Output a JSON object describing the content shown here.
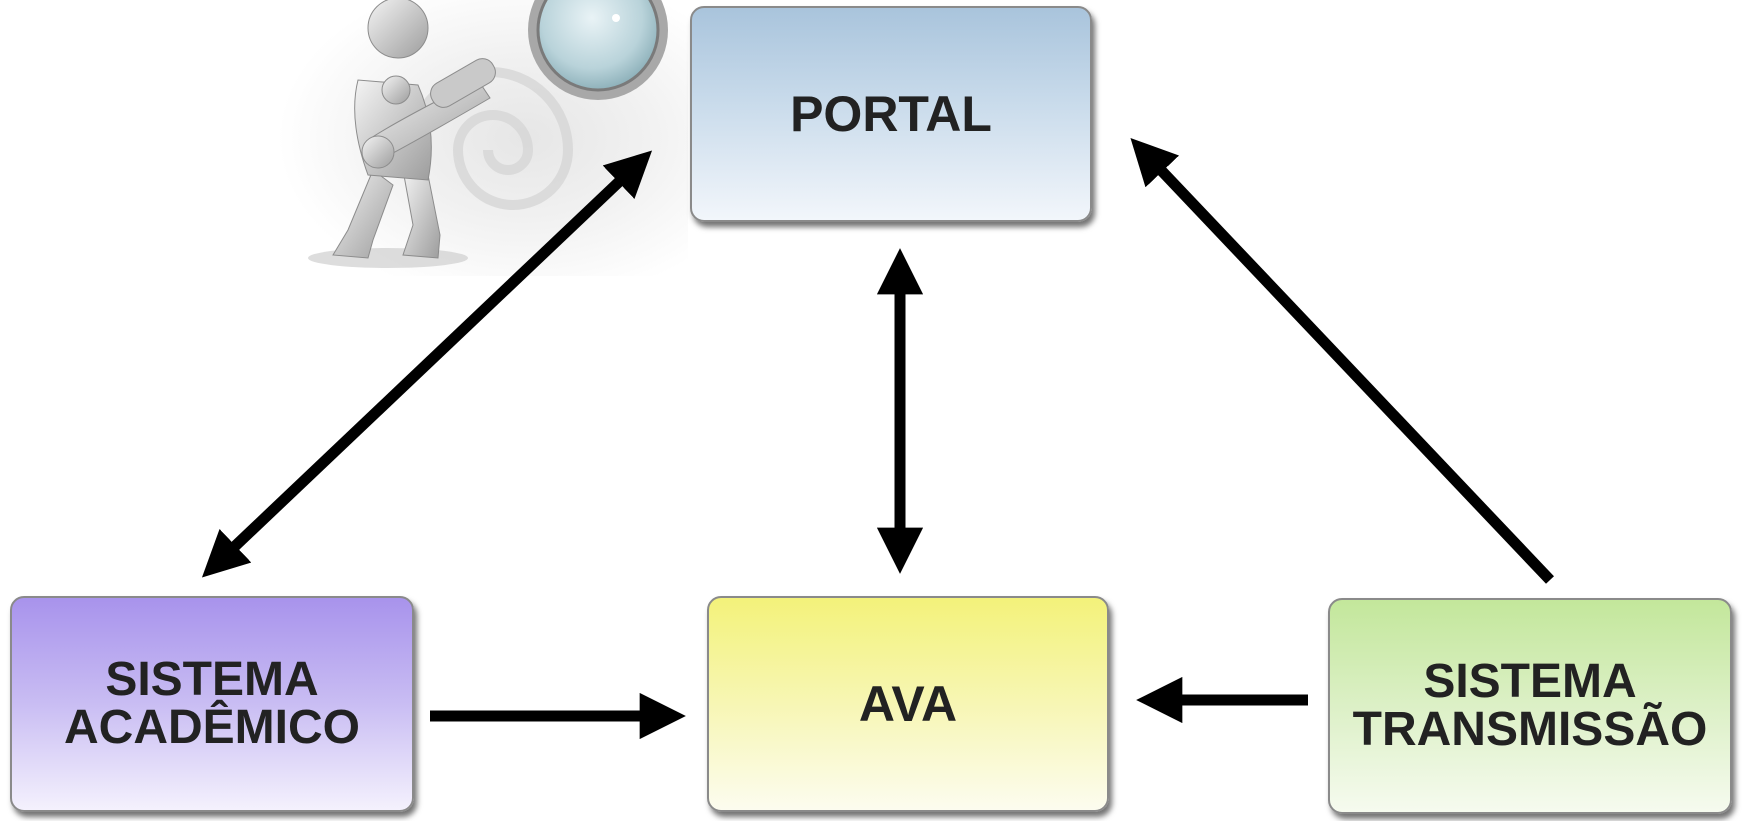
{
  "diagram": {
    "nodes": {
      "portal": {
        "label": "PORTAL"
      },
      "academico": {
        "label": "SISTEMA\nACADÊMICO"
      },
      "ava": {
        "label": "AVA"
      },
      "transmissao": {
        "label": "SISTEMA\nTRANSMISSÃO"
      }
    },
    "edges": [
      {
        "from": "portal",
        "to": "academico",
        "direction": "both"
      },
      {
        "from": "portal",
        "to": "ava",
        "direction": "both"
      },
      {
        "from": "transmissao",
        "to": "portal",
        "direction": "forward"
      },
      {
        "from": "academico",
        "to": "ava",
        "direction": "forward"
      },
      {
        "from": "transmissao",
        "to": "ava",
        "direction": "forward"
      }
    ],
    "illustration": {
      "icon": "person-with-magnifying-glass-icon"
    }
  }
}
